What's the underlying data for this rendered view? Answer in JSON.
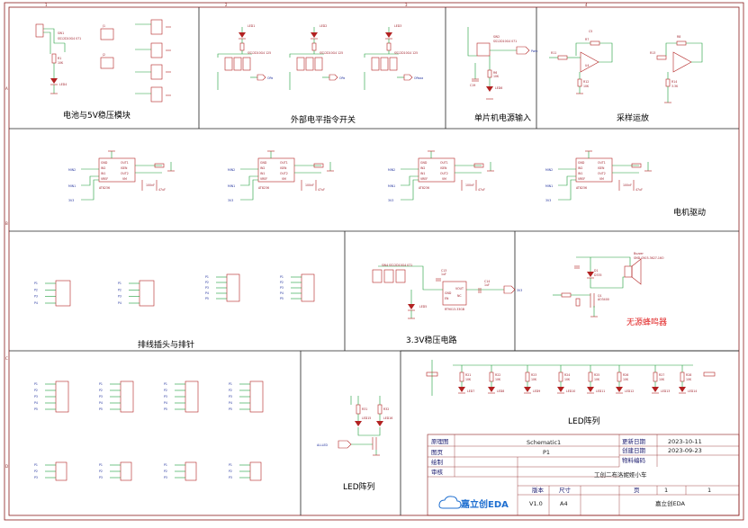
{
  "sections": {
    "battery": "电池与5V稳压模块",
    "external": "外部电平指令开关",
    "mcu_power": "单片机电源输入",
    "sampling_opamp": "采样运放",
    "motor_drive": "电机驱动",
    "headers": "排线插头与排针",
    "ldo": "3.3V稳压电路",
    "buzzer": "无源蜂鸣器",
    "led_array_right": "LED阵列",
    "led_array_left": "LED阵列"
  },
  "title_block": {
    "labels": {
      "schematic": "原理图",
      "sheet": "图页",
      "draw": "绘制",
      "review": "审核",
      "update_date": "更新日期",
      "create_date": "创建日期",
      "material": "物料编码",
      "version": "版本",
      "size": "尺寸",
      "page": "页"
    },
    "values": {
      "schematic_name": "Schematic1",
      "sheet_name": "P1",
      "update_date": "2023-10-11",
      "create_date": "2023-09-23",
      "project": "工创二布洛妮娅小车",
      "version": "V1.0",
      "size": "A4",
      "page_num": "1",
      "page_total": "1",
      "company": "嘉立创EDA"
    },
    "logo": "嘉立创EDA"
  },
  "components": {
    "leds_top": [
      "LED1",
      "LED2",
      "LED3"
    ],
    "led_bottom": [
      "LED7",
      "LED8",
      "LED9",
      "LED10",
      "LED11",
      "LED12",
      "LED13",
      "LED14"
    ],
    "motor_ics": [
      "AT8236",
      "AT8236",
      "AT8236",
      "AT8236"
    ],
    "ldo_ic": "RT9013-33GB",
    "buzzer_part": "BUZZER",
    "mosfet": "AO3400",
    "nets": {
      "vm_labels": [
        "MIN2",
        "MIN1",
        "3V3"
      ],
      "ext_outputs": [
        "OPa",
        "OPa",
        "OPaaa"
      ],
      "mcu_out": "Pwin",
      "allled": "ALLLED"
    }
  },
  "colors": {
    "frame": "#8b1c1c",
    "wire": "#1a9c38",
    "component": "#b22222",
    "net_label": "#1f2f9c",
    "title_red": "#e02020"
  }
}
